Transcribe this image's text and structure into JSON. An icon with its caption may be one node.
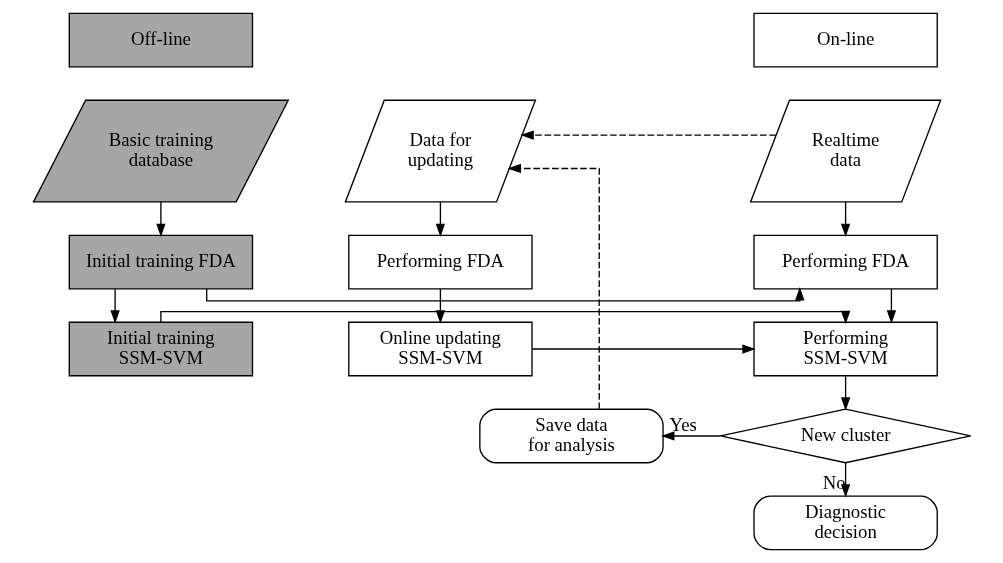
{
  "diagram": {
    "nodes": [
      {
        "text": [
          "Off-line"
        ]
      },
      {
        "text": [
          "On-line"
        ]
      },
      {
        "text": [
          "Basic training database"
        ]
      },
      {
        "text": [
          "Initial training FDA"
        ]
      },
      {
        "text": [
          "Initial training SSM-SVM"
        ]
      },
      {
        "text": [
          "Realtime data"
        ]
      },
      {
        "text": [
          "Data for updating"
        ]
      },
      {
        "text": [
          "Performing FDA"
        ]
      },
      {
        "text": [
          "Performing FDA"
        ]
      },
      {
        "text": [
          "Performing SSM-SVM"
        ]
      },
      {
        "text": [
          "Online updating SSM-SVM"
        ]
      },
      {
        "text": [
          "New cluster"
        ]
      },
      {
        "text": [
          "Save data for analysis"
        ]
      },
      {
        "text": [
          "Diagnostic decision"
        ]
      }
    ],
    "edges": [
      {
        "from": 2,
        "to": 3,
        "arrow": "to"
      },
      {
        "from": 3,
        "to": 4,
        "arrow": "to"
      },
      {
        "from": 3,
        "to": 7,
        "arrow": "to"
      },
      {
        "from": 4,
        "to": 9,
        "arrow": "to"
      },
      {
        "from": 5,
        "to": 7,
        "arrow": "to"
      },
      {
        "from": 5,
        "to": 6,
        "arrow": "to",
        "style": "dashed"
      },
      {
        "from": 6,
        "to": 8,
        "arrow": "to"
      },
      {
        "from": 8,
        "to": 10,
        "arrow": "to"
      },
      {
        "from": 7,
        "to": 9,
        "arrow": "to"
      },
      {
        "from": 10,
        "to": 9,
        "arrow": "to"
      },
      {
        "from": 9,
        "to": 11,
        "arrow": "to"
      },
      {
        "from": 11,
        "to": 12,
        "arrow": "to",
        "label": "Yes"
      },
      {
        "from": 11,
        "to": 13,
        "arrow": "to",
        "label": "No"
      },
      {
        "from": 12,
        "to": 6,
        "arrow": "to",
        "style": "dashed"
      }
    ]
  }
}
